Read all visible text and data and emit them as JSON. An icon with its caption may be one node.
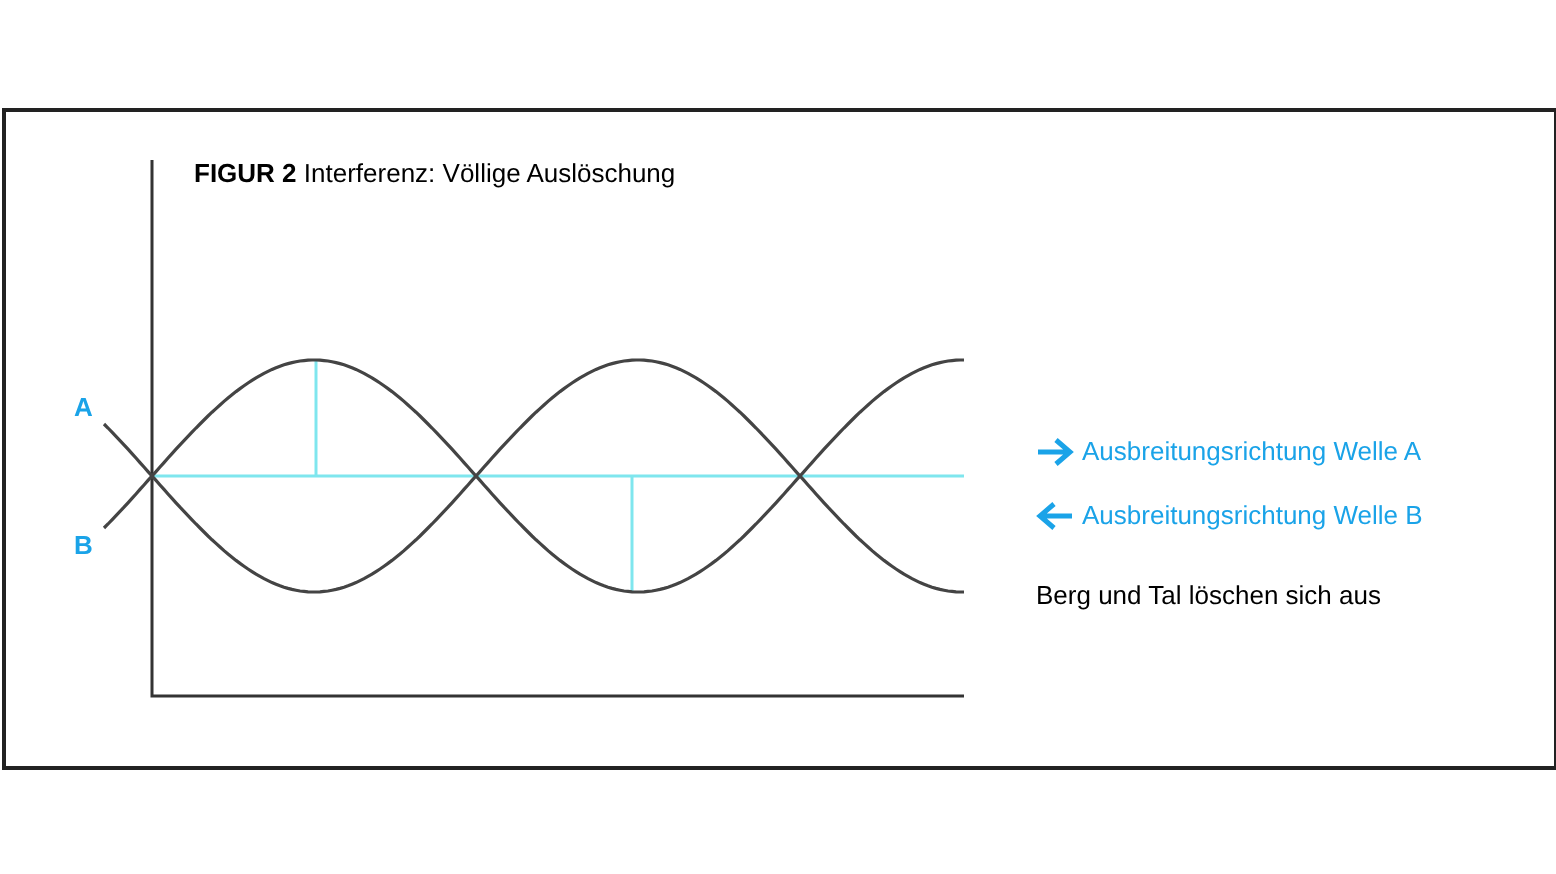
{
  "diagram": {
    "title": "**FIGUR 2** Interferenz: Völlige Auslöschung",
    "labels": [
      "A",
      "B",
      "Berg und Tal löschen sich aus"
    ],
    "legend": [
      {
        "text": "Ausbreitungsrichtung Welle A"
      },
      {
        "text": "Ausbreitungsrichtung Welle B"
      }
    ]
  }
}
